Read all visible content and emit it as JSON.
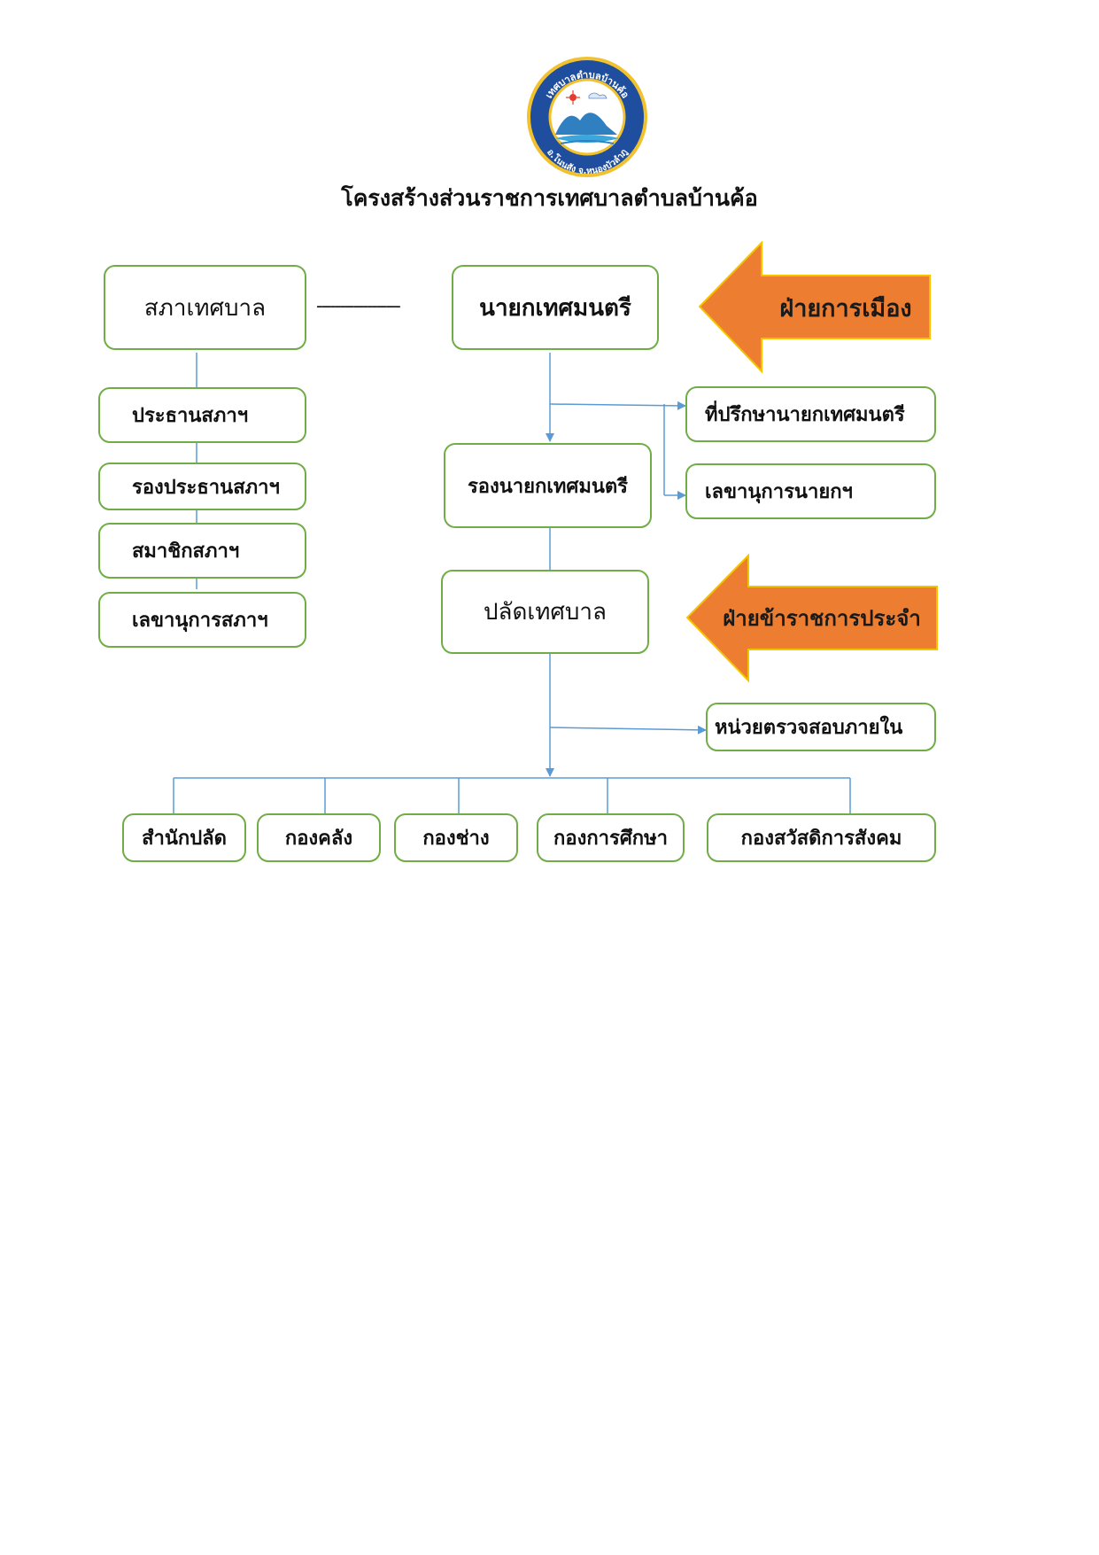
{
  "logo": {
    "ring_text_top": "เทศบาลตำบลบ้านค้อ",
    "ring_text_bottom": "อ.โนนสัง จ.หนองบัวลำภู",
    "colors": {
      "ring": "#1f4e9e",
      "rim": "#f2c12e",
      "mountain": "#2f7fc1",
      "sun": "#e23d2f"
    }
  },
  "title": "โครงสร้างส่วนราชการเทศบาลตำบลบ้านค้อ",
  "council": {
    "head": "สภาเทศบาล",
    "members": [
      "ประธานสภาฯ",
      "รองประธานสภาฯ",
      "สมาชิกสภาฯ",
      "เลขานุการสภาฯ"
    ]
  },
  "connector_dashes": "------------------",
  "executive": {
    "mayor": "นายกเทศมนตรี",
    "deputy_mayor": "รองนายกเทศมนตรี",
    "advisor": "ที่ปรึกษานายกเทศมนตรี",
    "secretary": "เลขานุการนายกฯ",
    "clerk": "ปลัดเทศบาล",
    "internal_audit": "หน่วยตรวจสอบภายใน"
  },
  "departments": [
    "สำนักปลัด",
    "กองคลัง",
    "กองช่าง",
    "กองการศึกษา",
    "กองสวัสดิการสังคม"
  ],
  "banners": {
    "political": "ฝ่ายการเมือง",
    "civil_service": "ฝ่ายข้าราชการประจำ"
  },
  "colors": {
    "box_border": "#70ad47",
    "connector": "#5b9bd5",
    "arrow_fill": "#ed7d31",
    "arrow_border": "#f5c200"
  }
}
